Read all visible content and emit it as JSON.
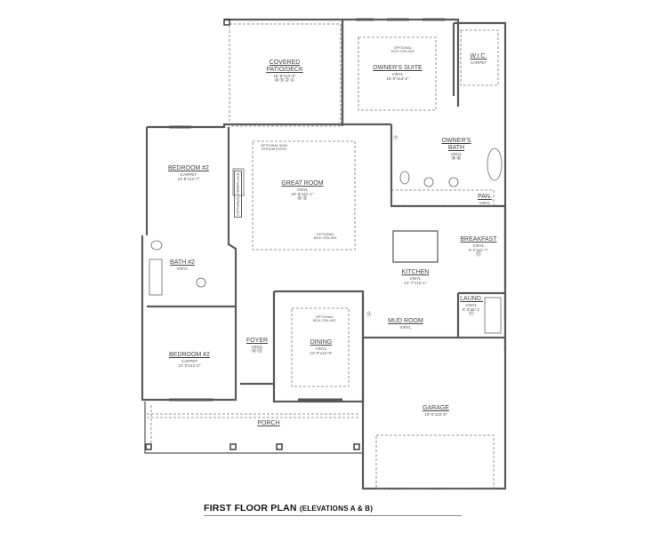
{
  "plan": {
    "title": "FIRST FLOOR PLAN",
    "subtitle": "(ELEVATIONS A & B)",
    "wall_color": "#555555",
    "line_color": "#777777"
  },
  "rooms": {
    "covered_patio": {
      "name": "COVERED",
      "name2": "PATIO/DECK",
      "dim": "15'-9\"x14'-9\"",
      "marks": "④⑤②①"
    },
    "owners_suite": {
      "name": "OWNER'S SUITE",
      "material": "VINYL",
      "dim": "15'-0\"x14'-2\"",
      "note": "OPTIONAL\nBOX CEILING"
    },
    "wic": {
      "name": "W.I.C.",
      "material": "CARPET"
    },
    "owners_bath": {
      "name": "OWNER'S",
      "name2": "BATH",
      "material": "VINYL",
      "marks": "⑨⑧"
    },
    "pantry": {
      "name": "PAN.",
      "material": "VINYL"
    },
    "bedroom_top": {
      "name": "BEDROOM #2",
      "material": "CARPET",
      "dim": "10'-8\"x12'-7\""
    },
    "great_room": {
      "name": "GREAT ROOM",
      "material": "VINYL",
      "dim": "18'-8\"x21'-1\"",
      "marks": "⑥⑤",
      "note_door": "OPTIONAL 5000\nATRIUM DOOR",
      "note_ceiling": "OPTIONAL\nBOX CEILING",
      "fireplace": "OPTIONAL FIREPLACE"
    },
    "breakfast": {
      "name": "BREAKFAST",
      "material": "VINYL",
      "dim": "6'-2\"x11'-7\"",
      "marks": "⑬"
    },
    "kitchen": {
      "name": "KITCHEN",
      "material": "VINYL",
      "dim": "14'-7\"x16'-1\""
    },
    "bath2": {
      "name": "BATH #2",
      "material": "VINYL"
    },
    "laundry": {
      "name": "LAUND.",
      "material": "VINYL",
      "dim": "6'-3\"x6'-1\"",
      "marks": "⑫"
    },
    "mud_room": {
      "name": "MUD ROOM",
      "material": "VINYL"
    },
    "closet_mark": {
      "marks": "⑦"
    },
    "dining_mark": {
      "marks": "⑪"
    },
    "bedroom_bottom": {
      "name": "BEDROOM #2",
      "material": "CARPET",
      "dim": "12'-0\"x12'-0\""
    },
    "foyer": {
      "name": "FOYER",
      "material": "VINYL",
      "marks": "⑭⑬"
    },
    "dining": {
      "name": "DINING",
      "material": "VINYL",
      "dim": "12'-0\"x14'-9\"",
      "note": "OPTIONAL\nBOX CEILING"
    },
    "garage": {
      "name": "GARAGE",
      "dim": "19'-5\"x20'-5\""
    },
    "porch": {
      "name": "PORCH"
    }
  }
}
